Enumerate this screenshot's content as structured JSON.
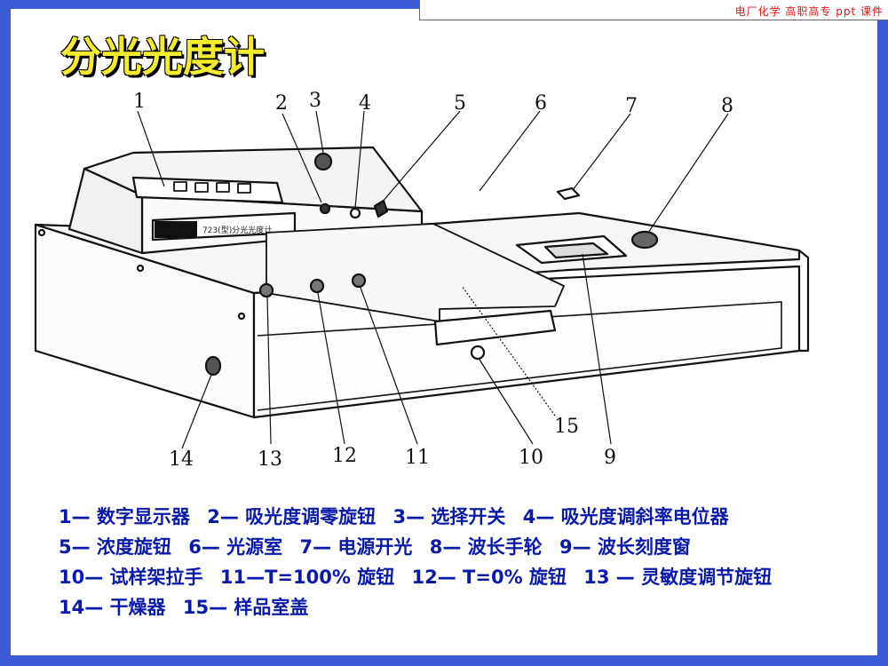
{
  "header": {
    "text": "电厂化学  高职高专  ppt  课件"
  },
  "slide": {
    "title": "分光光度计"
  },
  "diagram": {
    "panel_text": "723(型)分光光度计",
    "callouts": [
      "1",
      "2",
      "3",
      "4",
      "5",
      "6",
      "7",
      "8",
      "9",
      "10",
      "11",
      "12",
      "13",
      "14",
      "15"
    ]
  },
  "legend": {
    "items": [
      "1— 数字显示器",
      "2— 吸光度调零旋钮",
      "3— 选择开关",
      "4— 吸光度调斜率电位器",
      "5— 浓度旋钮",
      "6— 光源室",
      "7— 电源开光",
      "8— 波长手轮",
      "9— 波长刻度窗",
      "10— 试样架拉手",
      "11—T=100% 旋钮",
      "12— T=0% 旋钮",
      "13 — 灵敏度调节旋钮",
      "14— 干燥器",
      "15— 样品室盖"
    ]
  },
  "colors": {
    "background": "#3b5bd6",
    "title": "#f2ec2c",
    "legend_text": "#0a1aa8",
    "header_text": "#e01818"
  }
}
